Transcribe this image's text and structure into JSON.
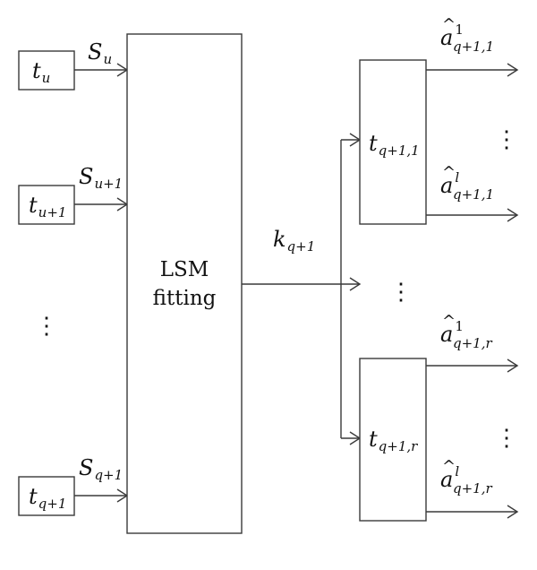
{
  "center_block": {
    "line1": "LSM",
    "line2": "fitting"
  },
  "inputs": [
    {
      "box": {
        "base": "t",
        "sub": "u"
      },
      "signal": {
        "base": "S",
        "sub": "u"
      }
    },
    {
      "box": {
        "base": "t",
        "sub": "u+1"
      },
      "signal": {
        "base": "S",
        "sub": "u+1"
      }
    },
    {
      "box": {
        "base": "t",
        "sub": "q+1"
      },
      "signal": {
        "base": "S",
        "sub": "q+1"
      }
    }
  ],
  "middle_label": {
    "base": "k",
    "sub": "q+1"
  },
  "outputs": [
    {
      "box": {
        "base": "t",
        "sub": "q+1,1"
      },
      "first": {
        "base": "a",
        "hat": "^",
        "sup": "1",
        "sub": "q+1,1"
      },
      "last": {
        "base": "a",
        "hat": "^",
        "sup": "l",
        "sub": "q+1,1"
      }
    },
    {
      "box": {
        "base": "t",
        "sub": "q+1,r"
      },
      "first": {
        "base": "a",
        "hat": "^",
        "sup": "1",
        "sub": "q+1,r"
      },
      "last": {
        "base": "a",
        "hat": "^",
        "sup": "l",
        "sub": "q+1,r"
      }
    }
  ],
  "ellipsis": "⋮"
}
